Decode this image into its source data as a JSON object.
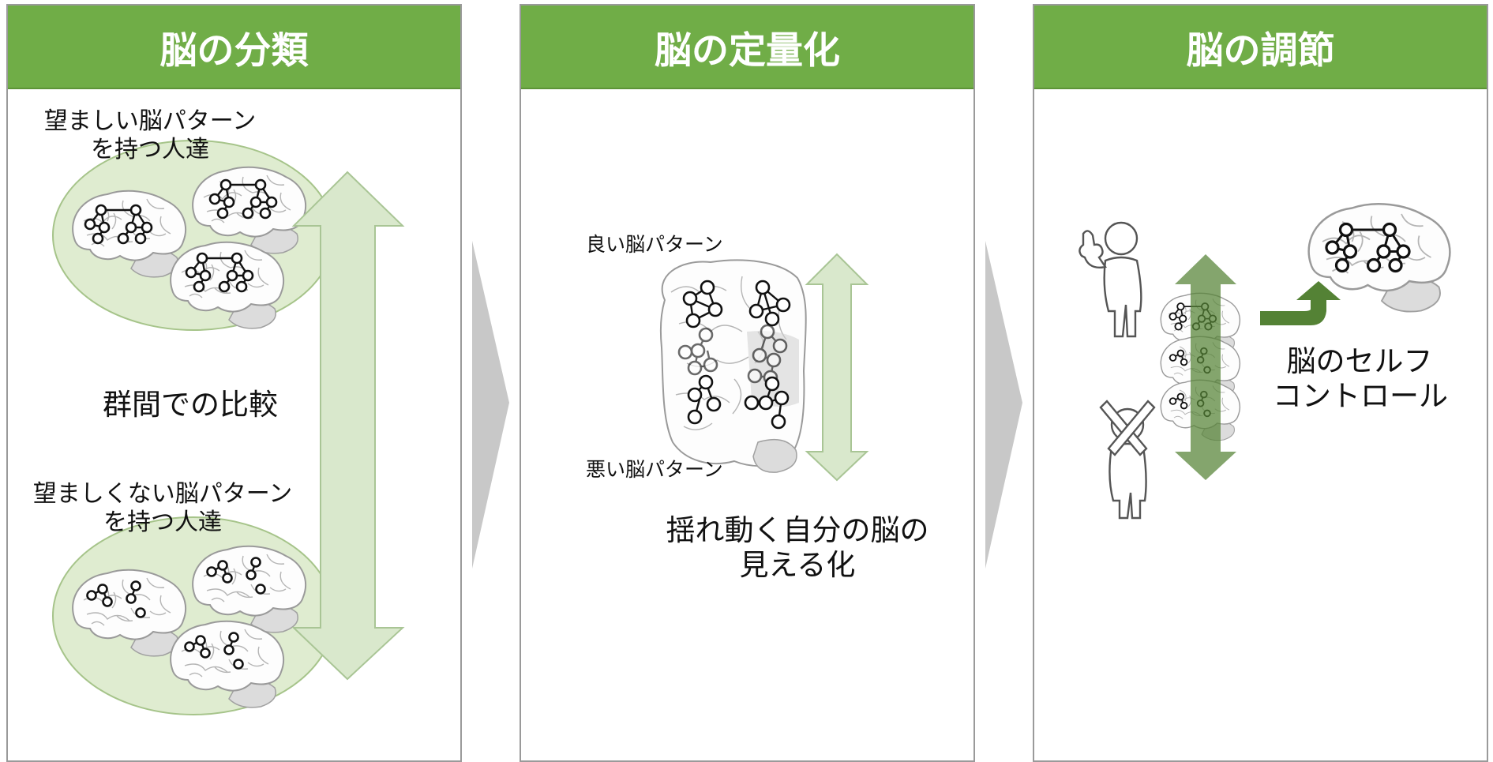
{
  "panels": [
    {
      "title": "脳の分類",
      "group_good": [
        "望ましい脳パターン",
        "を持つ人達"
      ],
      "group_bad": [
        "望ましくない脳パターン",
        "を持つ人達"
      ],
      "comparison": "群間での比較"
    },
    {
      "title": "脳の定量化",
      "label_good": "良い脳パターン",
      "label_bad": "悪い脳パターン",
      "caption": [
        "揺れ動く自分の脳の",
        "見える化"
      ]
    },
    {
      "title": "脳の調節",
      "caption": [
        "脳のセルフ",
        "コントロール"
      ]
    }
  ],
  "icons": [
    "brain-network-icon",
    "double-arrow-icon",
    "chevron-right-icon",
    "thumbs-up-person-icon",
    "crossed-arms-person-icon",
    "curved-arrow-icon"
  ],
  "colors": {
    "header": "#70ad47",
    "ellipse_fill": "#dfecd0",
    "arrow_light": "#d9e8cc",
    "arrow_dark": "#548235",
    "chevron": "#c8c8c8"
  }
}
